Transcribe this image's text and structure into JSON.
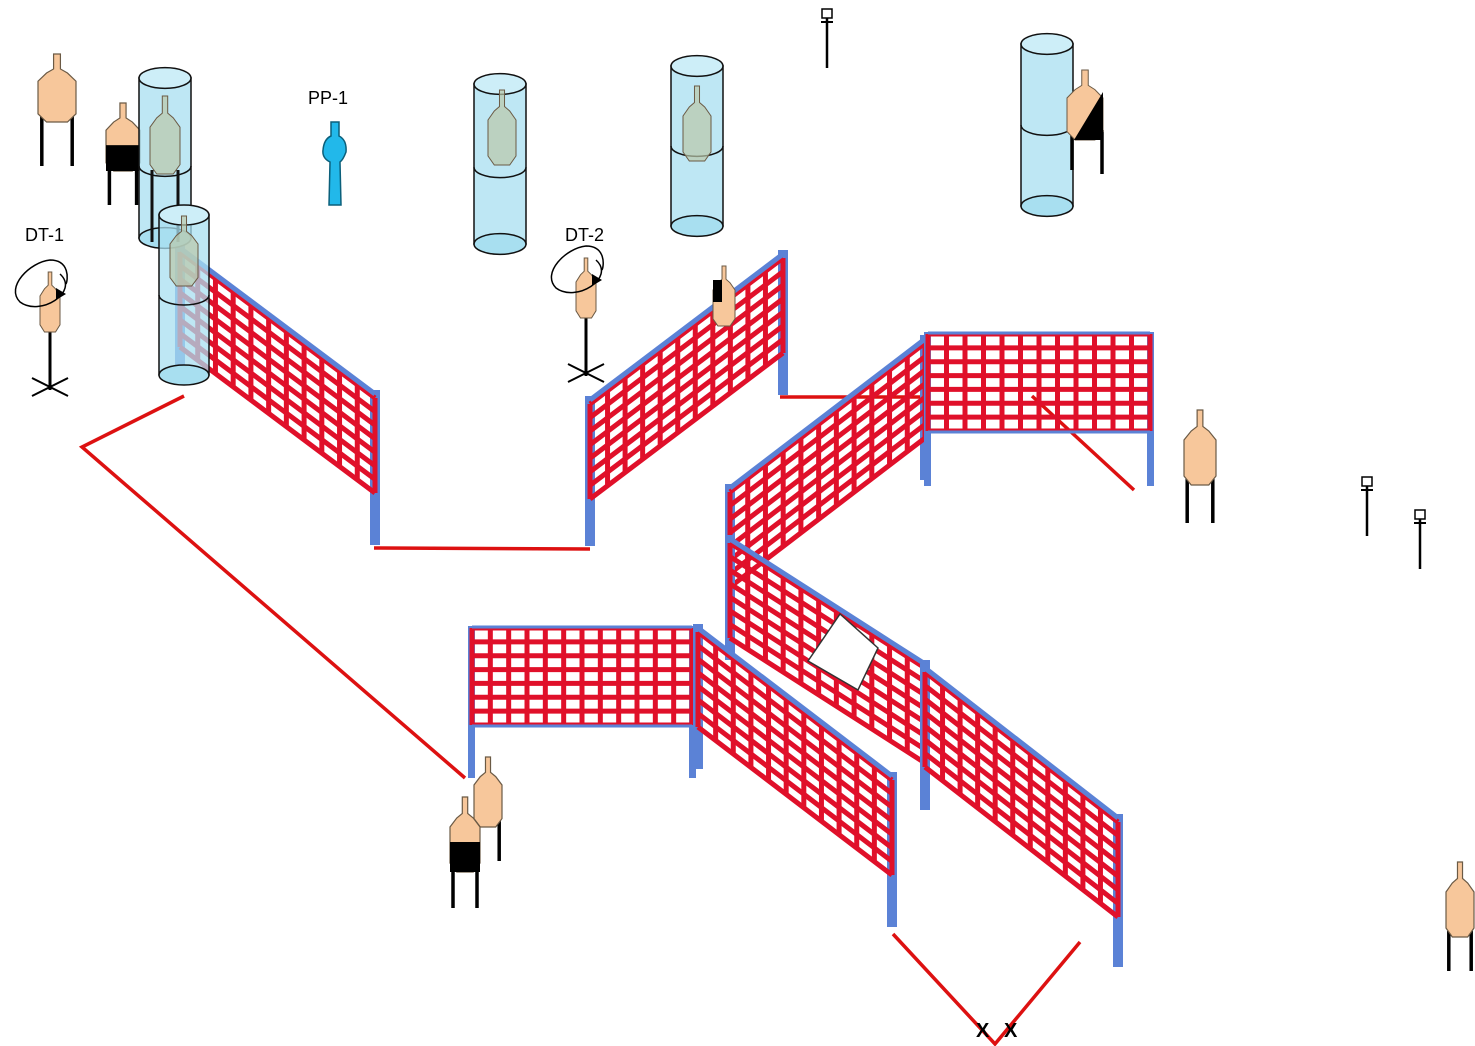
{
  "labels": {
    "dt1": "DT-1",
    "dt2": "DT-2",
    "pp1": "PP-1",
    "start_a": "X",
    "start_b": "X"
  },
  "colors": {
    "mesh": "#e0102a",
    "post": "#5b82d6",
    "fault_line": "#dd1111",
    "target": "#f7c79b",
    "hardcover": "#000000",
    "barrel": "#a8dff0",
    "popper": "#22b8ea"
  },
  "legend_icons": [
    "cardboard-target-icon",
    "hardcover-target-icon",
    "barrel-icon",
    "popper-icon",
    "disappearing-target-icon",
    "activator-icon",
    "wall-icon",
    "fault-line-icon"
  ]
}
